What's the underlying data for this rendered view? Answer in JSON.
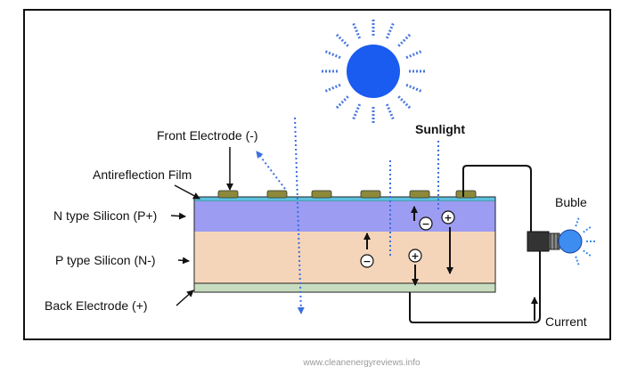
{
  "labels": {
    "front_electrode": "Front Electrode (-)",
    "sunlight": "Sunlight",
    "antireflection": "Antireflection Film",
    "n_type": "N type Silicon (P+)",
    "p_type": "P type Silicon (N-)",
    "back_electrode": "Back Electrode (+)",
    "bulb": "Buble",
    "current": "Current"
  },
  "watermark": "www.cleanenergyreviews.info",
  "charges": {
    "minus": "⊖",
    "plus": "⊕"
  },
  "colors": {
    "sun": "#1a5cf0",
    "sun_rays": "#4a78e0",
    "antireflection": "#5bc0de",
    "n_layer": "#9c9cf2",
    "p_layer": "#f5d5ba",
    "back_electrode": "#c8dcc0",
    "electrode_contact": "#8c8a3a",
    "light_ray": "#3b6fe0",
    "bulb_glass": "#3d8cf0"
  }
}
